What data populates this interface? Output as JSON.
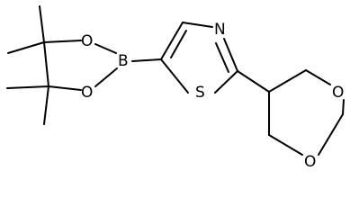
{
  "molecule": {
    "atoms": {
      "boron": "B",
      "oxygen_upper": "O",
      "oxygen_lower": "O",
      "sulfur": "S",
      "nitrogen": "N",
      "dioxane_oxygen_upper": "O",
      "dioxane_oxygen_lower": "O"
    }
  }
}
